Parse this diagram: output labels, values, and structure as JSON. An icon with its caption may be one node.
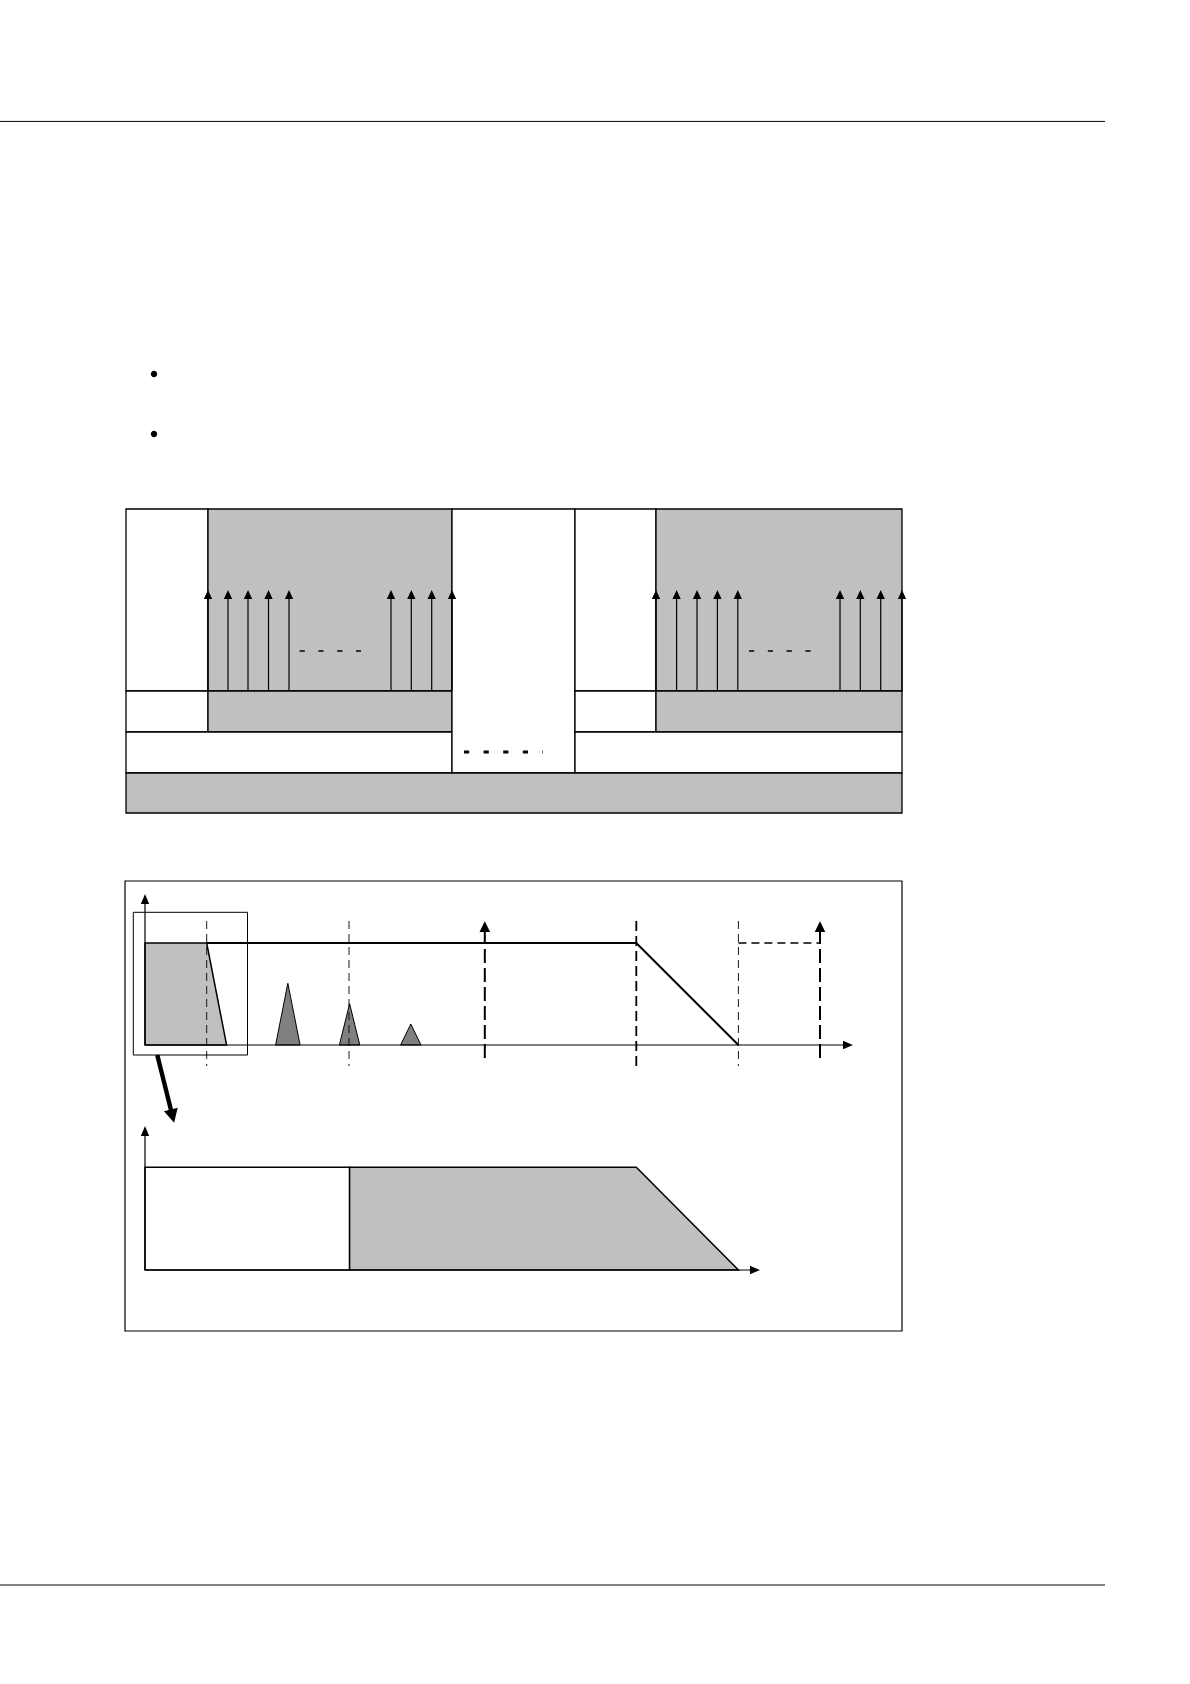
{
  "diagram": {
    "nodes": [
      {
        "text": [],
        "shape": "box"
      },
      {
        "text": [],
        "shape": "picture"
      }
    ],
    "edges": [
      {
        "from": 0,
        "to": 1,
        "arrow": "to"
      }
    ]
  }
}
